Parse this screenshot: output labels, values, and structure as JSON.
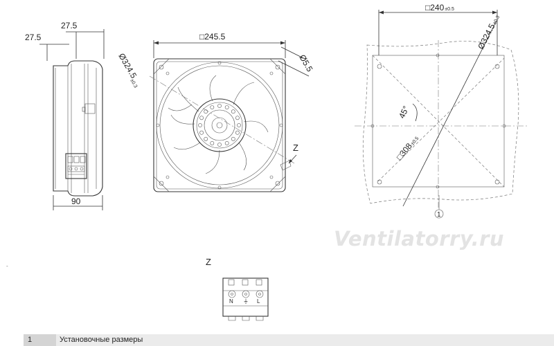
{
  "side_view": {
    "dim_left": "27.5",
    "dim_top": "27.5",
    "dim_depth": "90"
  },
  "front_view": {
    "dim_width": "□245.5",
    "dim_diameter_value": "Ø324.5",
    "dim_diameter_tol": "±0.3",
    "dim_hole": "Ø5.5",
    "detail_marker": "Z"
  },
  "mounting_view": {
    "dim_square_value": "□240",
    "dim_square_tol": "±0.5",
    "dim_diameter_value": "Ø324.5",
    "dim_diameter_tol": "±0.3",
    "dim_diag_value": "□308",
    "dim_diag_tol": "±0.5",
    "angle": "45°",
    "callout": "1"
  },
  "detail": {
    "title": "Z",
    "terminals": [
      "N",
      "⏚",
      "L"
    ]
  },
  "watermark": "Ventilatorry.ru",
  "legend": {
    "number": "1",
    "text": "Установочные размеры"
  },
  "stray_mark": "-"
}
